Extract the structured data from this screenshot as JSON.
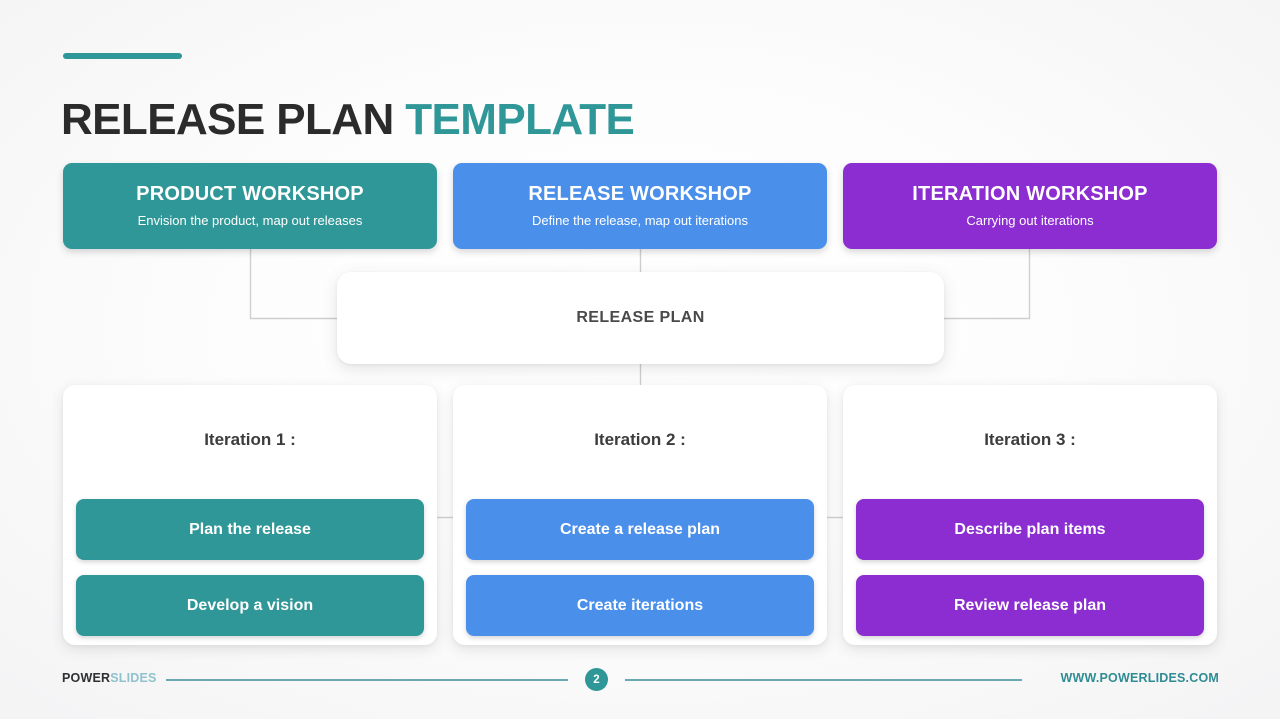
{
  "slide": {
    "title_main": "RELEASE PLAN",
    "title_accent": "TEMPLATE",
    "background": "#fafafa"
  },
  "colors": {
    "teal": "#2f9797",
    "blue": "#4a8fea",
    "purple": "#8b2dd0",
    "title_dark": "#2b2b2b",
    "connector_line": "#cfcfd2"
  },
  "workshops": [
    {
      "title": "PRODUCT  WORKSHOP",
      "subtitle": "Envision the product, map out releases",
      "color": "#2f9797"
    },
    {
      "title": "RELEASE WORKSHOP",
      "subtitle": "Define the release, map out iterations",
      "color": "#4a8fea"
    },
    {
      "title": "ITERATION WORKSHOP",
      "subtitle": "Carrying out iterations",
      "color": "#8b2dd0"
    }
  ],
  "center": {
    "label": "RELEASE PLAN"
  },
  "iterations": [
    {
      "title": "Iteration 1 :",
      "color": "#2f9797",
      "items": [
        "Plan the release",
        "Develop a vision"
      ]
    },
    {
      "title": "Iteration 2 :",
      "color": "#4a8fea",
      "items": [
        "Create a release plan",
        "Create iterations"
      ]
    },
    {
      "title": "Iteration 3 :",
      "color": "#8b2dd0",
      "items": [
        "Describe plan items",
        "Review release plan"
      ]
    }
  ],
  "footer": {
    "brand_dark": "POWER",
    "brand_light": "SLIDES",
    "page_number": "2",
    "url": "WWW.POWERLIDES.COM"
  }
}
